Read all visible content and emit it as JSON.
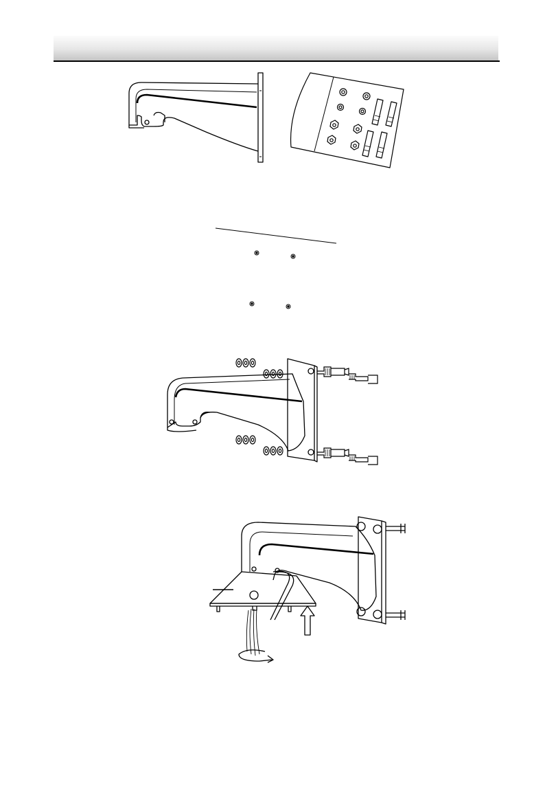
{
  "page": {
    "header": {
      "style": "gray-gradient-bar"
    },
    "figures": [
      {
        "id": "bracket-and-accessory-pack",
        "icons": [
          "wall-bracket-icon",
          "screw-bag-icon"
        ]
      },
      {
        "id": "drill-hole-template",
        "icons": [
          "template-line-icon",
          "drill-hole-icon"
        ]
      },
      {
        "id": "bracket-with-expansion-bolts",
        "icons": [
          "wall-bracket-icon",
          "washer-icon",
          "nut-icon",
          "expansion-bolt-icon"
        ]
      },
      {
        "id": "camera-mount-assembly",
        "icons": [
          "wall-bracket-icon",
          "camera-back-box-icon",
          "cable-icon",
          "rotate-arrow-icon",
          "up-arrow-icon"
        ]
      }
    ]
  }
}
